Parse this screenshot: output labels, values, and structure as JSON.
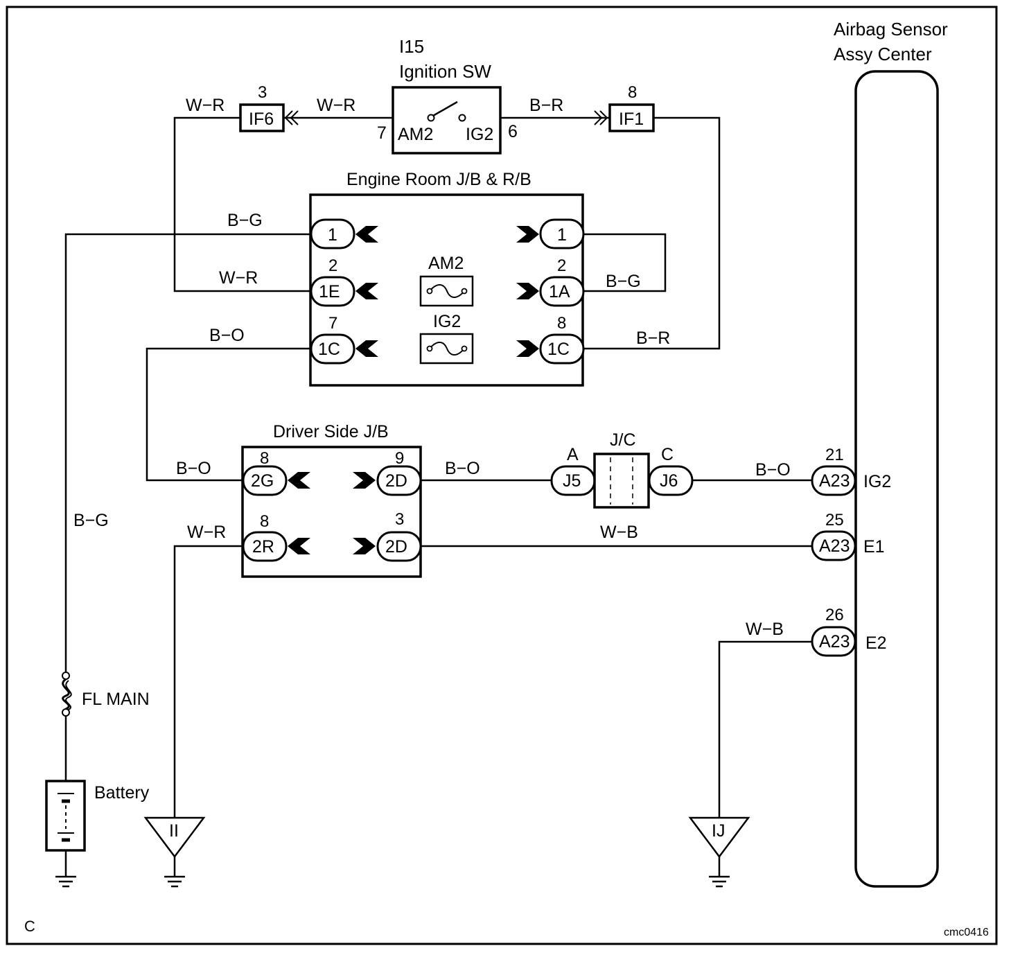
{
  "ignition_switch": {
    "code": "I15",
    "name": "Ignition SW",
    "pin_am2": "AM2",
    "pin_ig2": "IG2",
    "pin_am2_no": "7",
    "pin_ig2_no": "6"
  },
  "connector_if6": {
    "label": "IF6",
    "pin": "3"
  },
  "connector_if1": {
    "label": "IF1",
    "pin": "8"
  },
  "engine_room_jb": {
    "title": "Engine Room J/B & R/B",
    "row1": {
      "left": "1",
      "right": "1"
    },
    "row2": {
      "left": "1E",
      "left_pin": "2",
      "right": "1A",
      "right_pin": "2",
      "fuse": "AM2"
    },
    "row3": {
      "left": "1C",
      "left_pin": "7",
      "right": "1C",
      "right_pin": "8",
      "fuse": "IG2"
    }
  },
  "driver_side_jb": {
    "title": "Driver Side J/B",
    "row1": {
      "left": "2G",
      "left_pin": "8",
      "right": "2D",
      "right_pin": "9"
    },
    "row2": {
      "left": "2R",
      "left_pin": "8",
      "right": "2D",
      "right_pin": "3"
    }
  },
  "junction_connector": {
    "title": "J/C",
    "left": "J5",
    "left_pin": "A",
    "right": "J6",
    "right_pin": "C"
  },
  "airbag_sensor": {
    "title_line1": "Airbag Sensor",
    "title_line2": "Assy Center",
    "pins": [
      {
        "connector": "A23",
        "number": "21",
        "signal": "IG2"
      },
      {
        "connector": "A23",
        "number": "25",
        "signal": "E1"
      },
      {
        "connector": "A23",
        "number": "26",
        "signal": "E2"
      }
    ]
  },
  "wire_labels": {
    "wr_top_left": "W−R",
    "wr_top_mid": "W−R",
    "br_top": "B−R",
    "bg_row1": "B−G",
    "wr_row2": "W−R",
    "bg_row2_right": "B−G",
    "bo_row3": "B−O",
    "br_row3_right": "B−R",
    "bo_dsjb_left": "B−O",
    "bo_dsjb_right": "B−O",
    "bo_airbag": "B−O",
    "bg_vertical": "B−G",
    "wr_dsjb_left": "W−R",
    "wb_e1": "W−B",
    "wb_e2": "W−B"
  },
  "fuse_main": {
    "label": "FL MAIN"
  },
  "battery": {
    "label": "Battery"
  },
  "grounds": {
    "g1": "II",
    "g2": "IJ"
  },
  "footer": {
    "corner": "C",
    "code": "cmc0416"
  }
}
